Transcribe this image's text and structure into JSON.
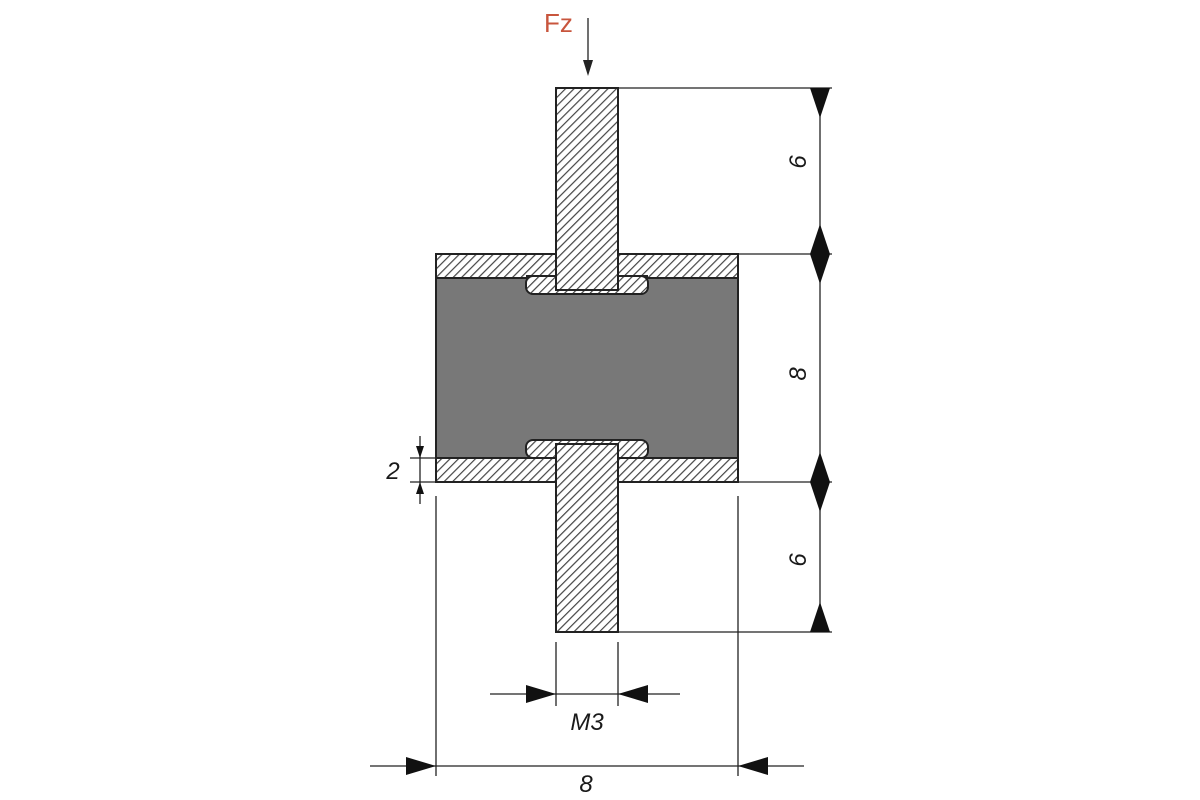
{
  "diagram": {
    "force_label": "Fz",
    "colors": {
      "force": "#c8553d",
      "rubber": "#787878",
      "metal_hatch": "#444444",
      "lines": "#222222"
    },
    "dimensions": {
      "top_stud_height": "6",
      "body_height": "8",
      "bottom_stud_height": "6",
      "plate_thickness": "2",
      "thread": "M3",
      "outer_diameter": "8"
    }
  }
}
